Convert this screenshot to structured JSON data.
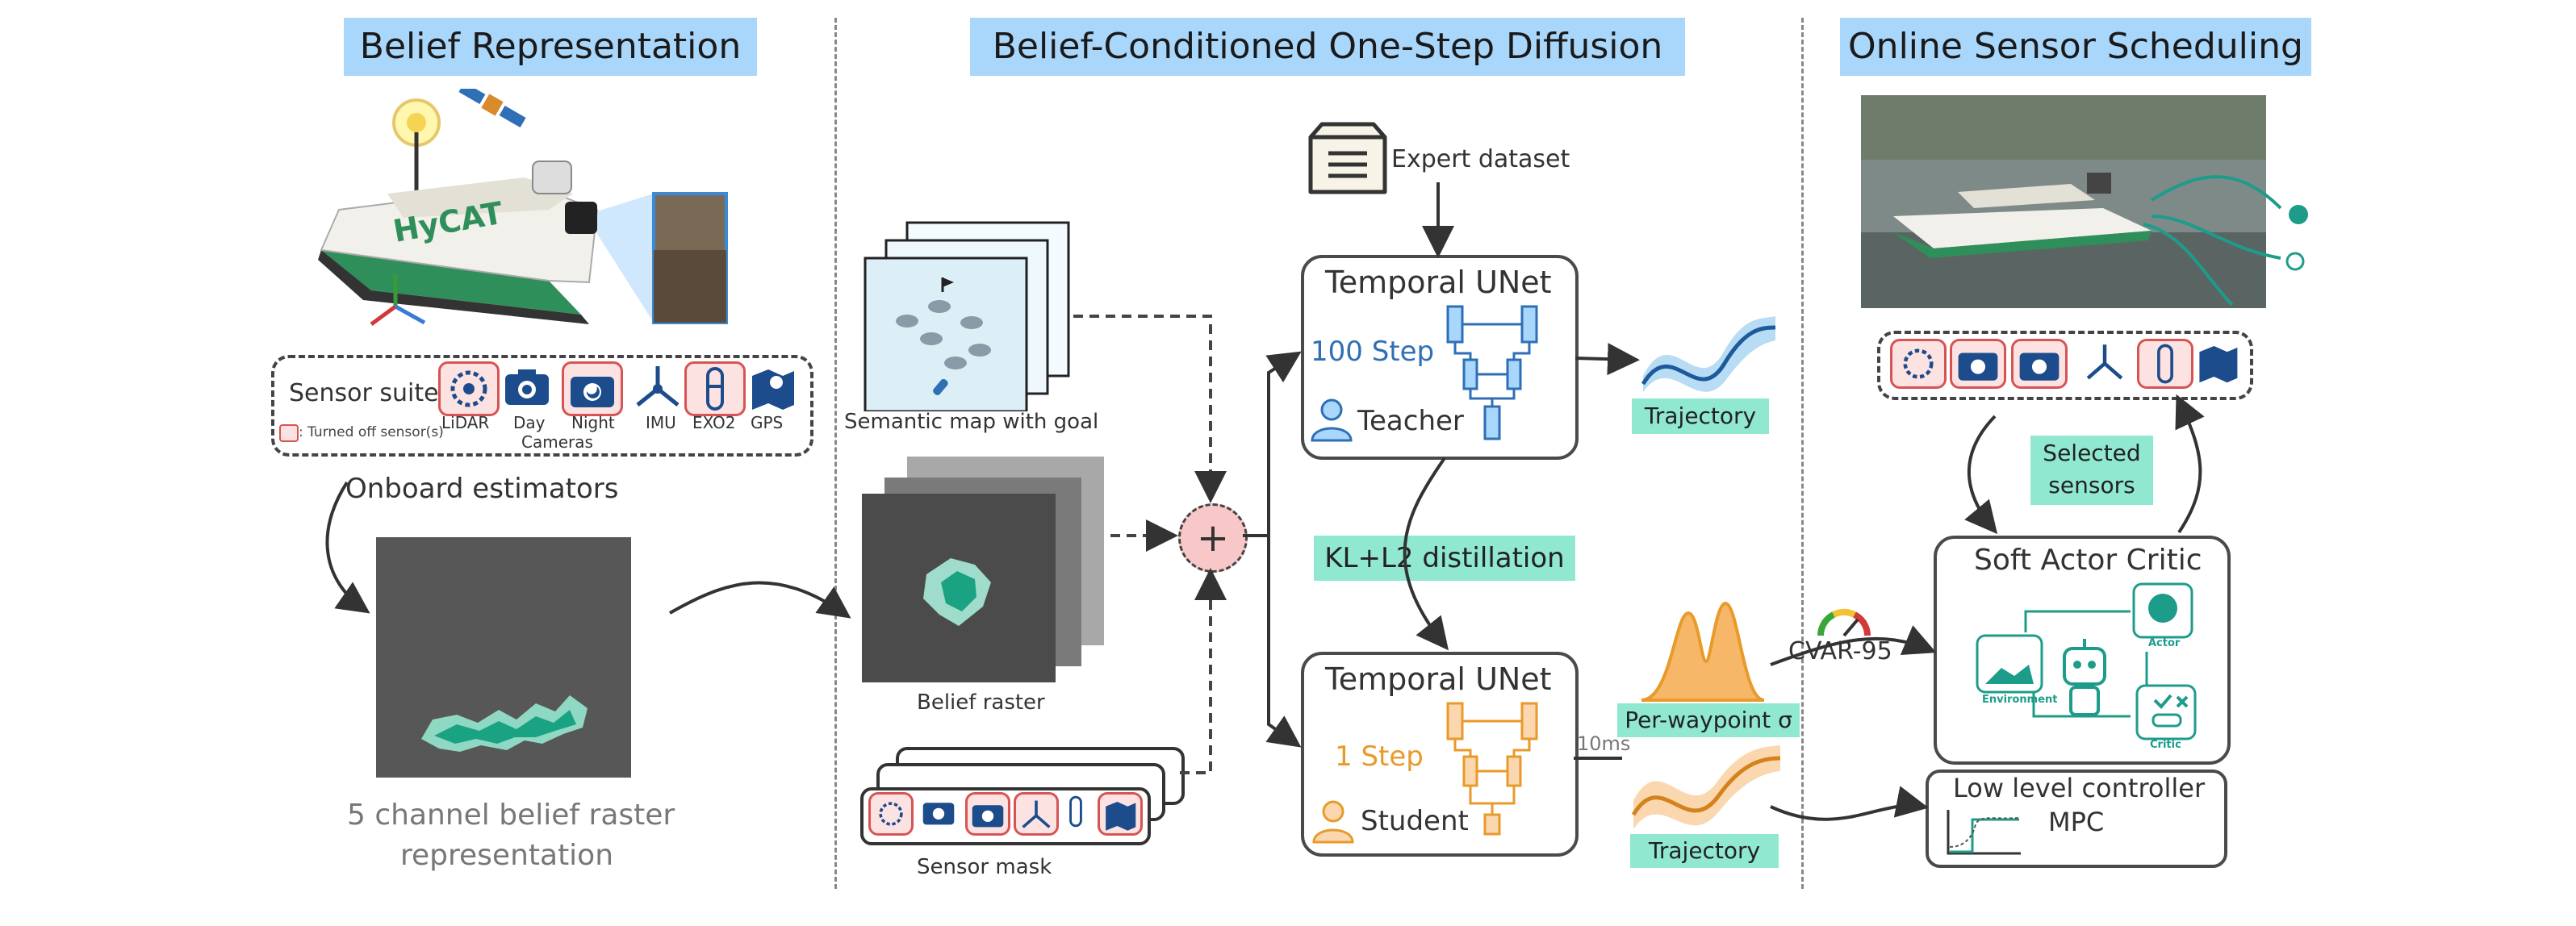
{
  "sections": {
    "belief": "Belief Representation",
    "diffusion": "Belief-Conditioned One-Step Diffusion",
    "scheduling": "Online Sensor Scheduling"
  },
  "belief_panel": {
    "boat_brand": "HyCAT",
    "sensor_suite_label": "Sensor suite",
    "sensors": [
      "LiDAR",
      "Day",
      "Night",
      "IMU",
      "EXO2",
      "GPS"
    ],
    "cameras_label": "Cameras",
    "legend_text": ": Turned off sensor(s)",
    "onboard_label": "Onboard estimators",
    "raster_caption_line1": "5 channel belief raster",
    "raster_caption_line2": "representation"
  },
  "diffusion_panel": {
    "semantic_caption": "Semantic map with goal",
    "belief_caption": "Belief raster",
    "mask_caption": "Sensor mask",
    "expert_label": "Expert dataset",
    "teacher_title": "Temporal UNet",
    "teacher_steps": "100 Step",
    "teacher_role": "Teacher",
    "distill_label": "KL+L2 distillation",
    "student_title": "Temporal UNet",
    "student_steps": "1 Step",
    "student_role": "Student",
    "trajectory_label": "Trajectory",
    "sigma_label": "Per-waypoint σ",
    "trajectory2_label": "Trajectory",
    "timing_label": "10ms"
  },
  "scheduling_panel": {
    "selected_label_line1": "Selected",
    "selected_label_line2": "sensors",
    "sac_title": "Soft Actor Critic",
    "actor_label": "Actor",
    "critic_label": "Critic",
    "environment_label": "Environment",
    "cvar_label": "CVAR-95",
    "llc_title": "Low level controller",
    "mpc_label": "MPC"
  },
  "colors": {
    "header": "#a9d6fb",
    "tag": "#8fe8cf",
    "teacher": "#2e6fb5",
    "student": "#e89a2a",
    "teal": "#1e9c8a",
    "sensor_off_border": "#d65454",
    "sensor_off_fill": "#fde2e2",
    "plus_fill": "#f8c8c8"
  }
}
